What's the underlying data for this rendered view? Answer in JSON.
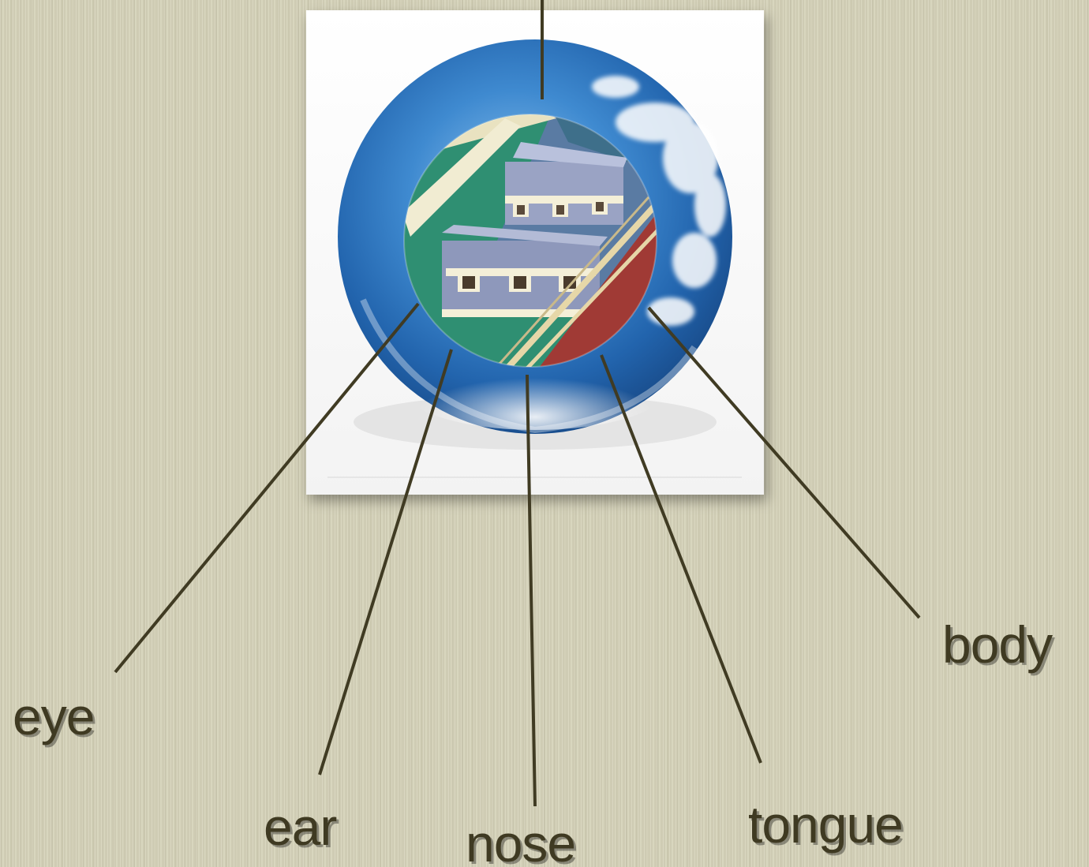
{
  "labels": {
    "eye": "eye",
    "ear": "ear",
    "nose": "nose",
    "tongue": "tongue",
    "body": "body"
  },
  "colors": {
    "background": "#d6d3ba",
    "text": "#3f3a22",
    "line": "#403b23",
    "sphere_blue": "#2f78c2",
    "roof_green": "#2f8f72",
    "roof_red": "#a03a35",
    "building_gray": "#7c88a8"
  }
}
